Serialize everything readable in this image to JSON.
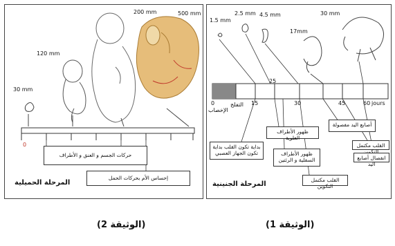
{
  "doc1": {
    "size_labels": [
      "1.5 mm",
      "2.5 mm",
      "4.5 mm",
      "17mm",
      "30 mm"
    ],
    "scale_labels": [
      "0",
      "15",
      "30",
      "45",
      "60"
    ],
    "scale_unit": "jours",
    "zero_label": "الإخصاب",
    "cleavage_label": "التفلج",
    "day_marker": "25",
    "boxes": [
      "بداية تكون القلب بداية تكون الجهاز العصبي",
      "ظهور الأطراف العلوية",
      "ظهور الأطراف السفلية و الرئتين",
      "القلب مكتمل التكوين",
      "أصابع اليد مفصولة",
      "القلب مكتمل التكوين",
      "انفصال أصابع اليد"
    ],
    "stage_label": "المرحلة الجنينية",
    "caption": "(الوثيقة 1)"
  },
  "doc2": {
    "size_labels": [
      "30 mm",
      "120 mm",
      "200 mm",
      "500 mm"
    ],
    "start_label": "0",
    "boxes": [
      "حركات الجسم و العنق و الأطراف",
      "إحساس الأم بحركات الحمل"
    ],
    "stage_label": "المرحلة الحميلية",
    "caption": "(الوثيقة 2)"
  }
}
